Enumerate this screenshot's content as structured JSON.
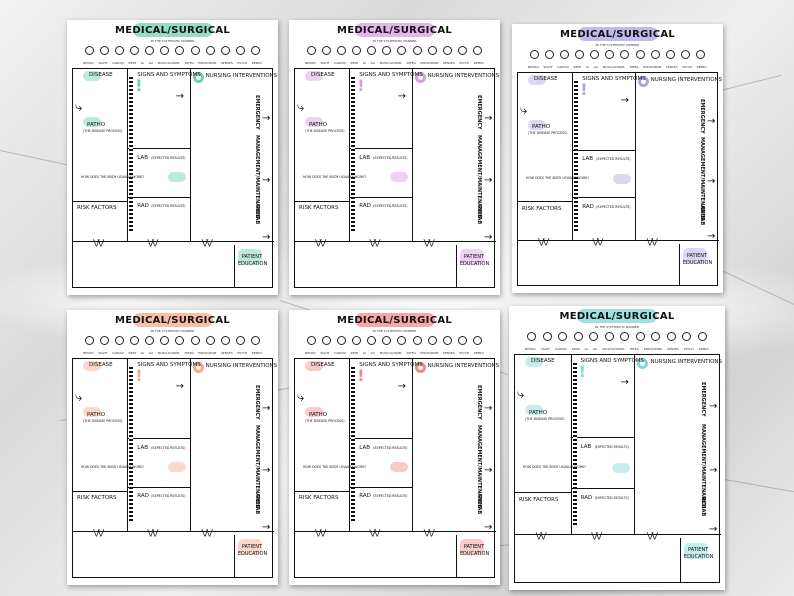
{
  "template": {
    "title": "MEDICAL/SURGICAL",
    "subtitle": "IN THE SYSTEMATIC MANNER",
    "systems": [
      "NEURO",
      "SIGHT",
      "CARDIO",
      "RESP",
      "GI",
      "GU",
      "MUSCULOSKEL",
      "INTEG",
      "ENDOCRINE",
      "SENSES",
      "PSYCH",
      "REPRO"
    ],
    "disease": "DISEASE",
    "patho": "PATHO",
    "patho_note": "(THE DISEASE PROCESS)",
    "how_body": "HOW DOES THE BODY USUALLY WORK?",
    "signs": "SIGNS AND SYMPTOMS",
    "lab": "LAB",
    "lab_note": "(EXPECTED RESULTS)",
    "rad": "RAD",
    "rad_note": "(EXPECTED RESULTS)",
    "risk": "RISK FACTORS",
    "nursing": "NURSING INTERVENTIONS",
    "emergency": "EMERGENCY",
    "management": "MANAGEMENT/MAINTENANCE",
    "rehab": "REHAB",
    "patient": "PATIENT",
    "education": "EDUCATION"
  },
  "sheets": [
    {
      "accent": "#6fd1b0",
      "position": "top-left"
    },
    {
      "accent": "#d89ee0",
      "position": "top-center"
    },
    {
      "accent": "#a9a6e6",
      "position": "top-right"
    },
    {
      "accent": "#f5a98a",
      "position": "bottom-left"
    },
    {
      "accent": "#f08b8b",
      "position": "bottom-center"
    },
    {
      "accent": "#7fd8d2",
      "position": "bottom-right"
    }
  ],
  "background": "white-gray-marble"
}
